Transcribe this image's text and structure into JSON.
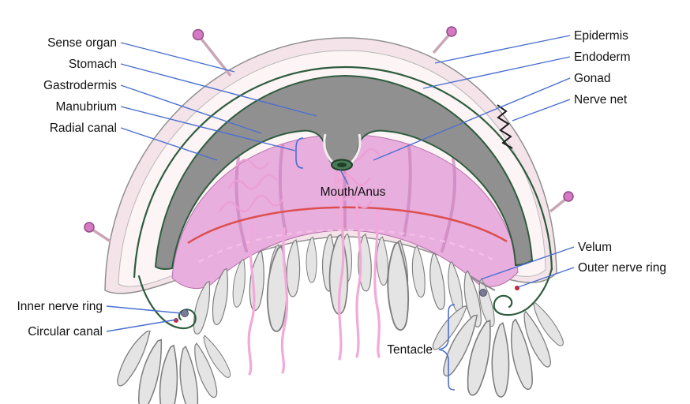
{
  "labels": {
    "sense_organ": "Sense organ",
    "stomach": "Stomach",
    "gastrodermis": "Gastrodermis",
    "manubrium": "Manubrium",
    "radial_canal": "Radial canal",
    "epidermis": "Epidermis",
    "endoderm": "Endoderm",
    "gonad": "Gonad",
    "nerve_net": "Nerve net",
    "mouth_anus": "Mouth/Anus",
    "velum": "Velum",
    "outer_nerve_ring": "Outer nerve ring",
    "inner_nerve_ring": "Inner nerve ring",
    "circular_canal": "Circular canal",
    "tentacle": "Tentacle"
  },
  "colors": {
    "leader_line": "#4a6fd0",
    "label_text": "#111111",
    "bell_outer": "#f4e4ea",
    "bell_inner_band": "#fcf4f5",
    "gastrodermis_line": "#2e5c3e",
    "stomach_gray": "#909090",
    "cavity_pink": "#e8aede",
    "radial_canal_pink": "#c77fb8",
    "ring_canal_red": "#dd4f4f",
    "tentacle_gray": "#e4e4e4",
    "sensory_bulb_pink": "#d678c4",
    "nerve_net_black": "#1a1a1a"
  }
}
